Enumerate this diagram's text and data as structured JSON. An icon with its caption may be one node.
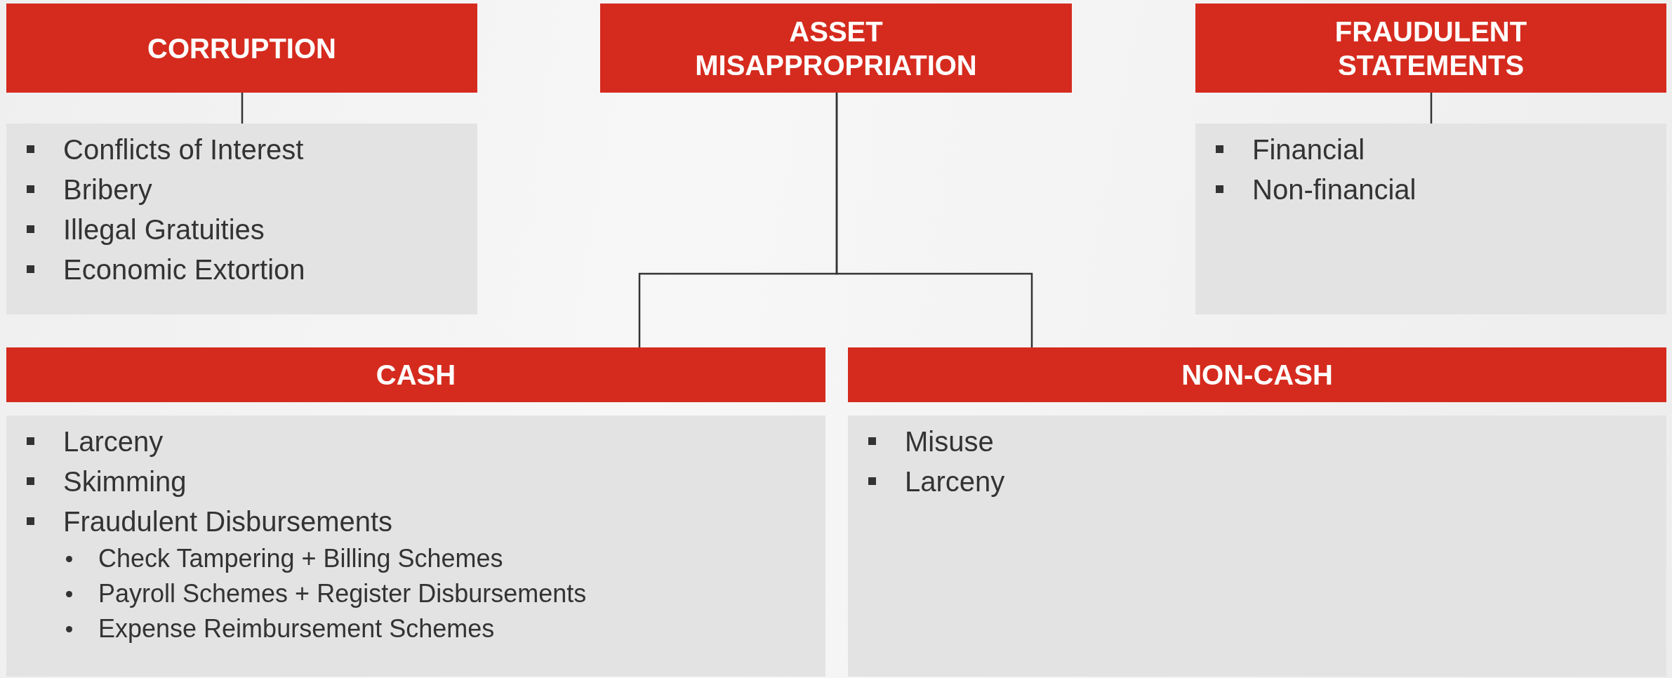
{
  "diagram": {
    "nodes": [
      {
        "text": [
          "CORRUPTION"
        ]
      },
      {
        "text": [
          "ASSET MISAPPROPRIATION"
        ]
      },
      {
        "text": [
          "FRAUDULENT STATEMENTS"
        ]
      },
      {
        "text": [
          "Conflicts of Interest",
          "Bribery",
          "Illegal Gratuities",
          "Economic Extortion"
        ]
      },
      {
        "text": [
          "Financial",
          "Non-financial"
        ]
      },
      {
        "text": [
          "CASH"
        ]
      },
      {
        "text": [
          "NON-CASH"
        ]
      },
      {
        "text": [
          "Larceny",
          "Skimming",
          "Fraudulent Disbursements",
          "Check Tampering + Billing Schemes",
          "Payroll Schemes + Register Disbursements",
          "Expense Reimbursement Schemes"
        ]
      },
      {
        "text": [
          "Misuse",
          "Larceny"
        ]
      }
    ],
    "edges": [
      {
        "from": 0,
        "to": 3,
        "arrow": "none"
      },
      {
        "from": 2,
        "to": 4,
        "arrow": "none"
      },
      {
        "from": 1,
        "to": 5,
        "arrow": "none"
      },
      {
        "from": 1,
        "to": 6,
        "arrow": "none"
      }
    ]
  }
}
